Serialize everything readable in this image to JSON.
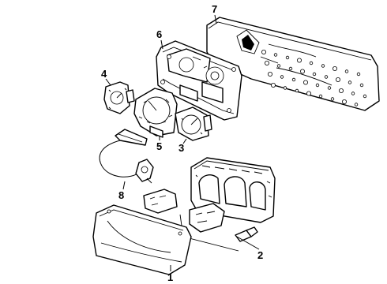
{
  "callouts": {
    "p1": "1",
    "p2": "2",
    "p3": "3",
    "p4": "4",
    "p5": "5",
    "p6": "6",
    "p7": "7",
    "p8": "8"
  }
}
